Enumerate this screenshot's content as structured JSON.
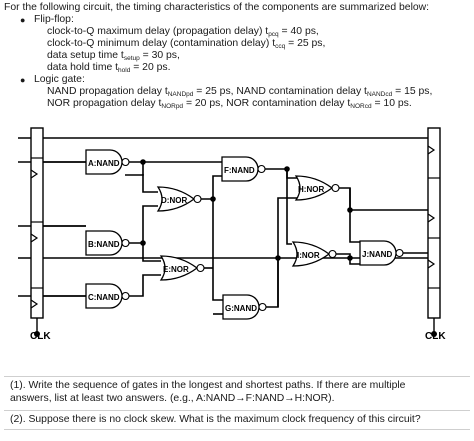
{
  "intro": "For the following circuit, the timing characteristics of the components are summarized below:",
  "flipflop": {
    "heading": "Flip-flop:",
    "lines": [
      {
        "pre": "clock-to-Q maximum delay (propagation delay) t",
        "sub": "pcq",
        "post": " = 40 ps,"
      },
      {
        "pre": "clock-to-Q minimum delay (contamination delay) t",
        "sub": "ccq",
        "post": " = 25 ps,"
      },
      {
        "pre": "data setup time t",
        "sub": "setup",
        "post": " = 30 ps,"
      },
      {
        "pre": "data hold time t",
        "sub": "hold",
        "post": " = 20 ps."
      }
    ]
  },
  "logic": {
    "heading": "Logic gate:",
    "nand": {
      "p1": "NAND propagation delay t",
      "s1": "NANDpd",
      "p2": " = 25 ps, NAND contamination delay t",
      "s2": "NANDcd",
      "p3": " = 15 ps,"
    },
    "nor": {
      "p1": "NOR propagation delay t",
      "s1": "NORpd",
      "p2": " = 20 ps, NOR contamination delay t",
      "s2": "NORcd",
      "p3": " = 10 ps."
    }
  },
  "circuit": {
    "gates": {
      "a": "A:NAND",
      "b": "B:NAND",
      "c": "C:NAND",
      "d": "D:NOR",
      "e": "E:NOR",
      "f": "F:NAND",
      "g": "G:NAND",
      "h": "H:NOR",
      "i": "I:NOR",
      "j": "J:NAND"
    },
    "clk_left": "CLK",
    "clk_right": "CLK"
  },
  "questions": {
    "q1_line1": "(1).  Write the sequence of gates in the longest and shortest paths.  If there are multiple",
    "q1_line2": "answers, list at least two answers.  (e.g., A:NAND→F:NAND→H:NOR).",
    "q2": "(2).  Suppose there is no clock skew.  What is the maximum clock frequency of this circuit?"
  }
}
